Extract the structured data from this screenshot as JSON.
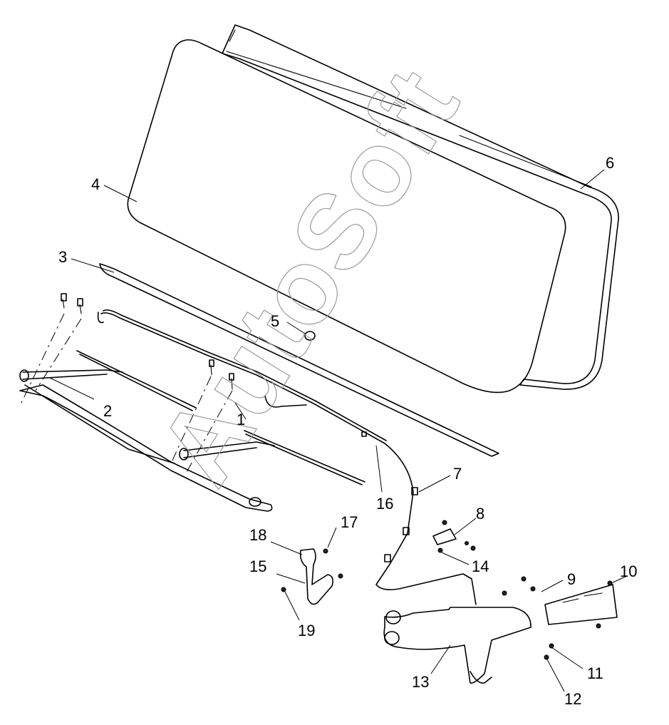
{
  "watermark": "AutoSoft",
  "callouts": [
    {
      "id": "1",
      "label": "1"
    },
    {
      "id": "2",
      "label": "2"
    },
    {
      "id": "3",
      "label": "3"
    },
    {
      "id": "4",
      "label": "4"
    },
    {
      "id": "5",
      "label": "5"
    },
    {
      "id": "6",
      "label": "6"
    },
    {
      "id": "7",
      "label": "7"
    },
    {
      "id": "8",
      "label": "8"
    },
    {
      "id": "9",
      "label": "9"
    },
    {
      "id": "10",
      "label": "10"
    },
    {
      "id": "11",
      "label": "11"
    },
    {
      "id": "12",
      "label": "12"
    },
    {
      "id": "13",
      "label": "13"
    },
    {
      "id": "14",
      "label": "14"
    },
    {
      "id": "15",
      "label": "15"
    },
    {
      "id": "16",
      "label": "16"
    },
    {
      "id": "17",
      "label": "17"
    },
    {
      "id": "18",
      "label": "18"
    },
    {
      "id": "19",
      "label": "19"
    }
  ]
}
